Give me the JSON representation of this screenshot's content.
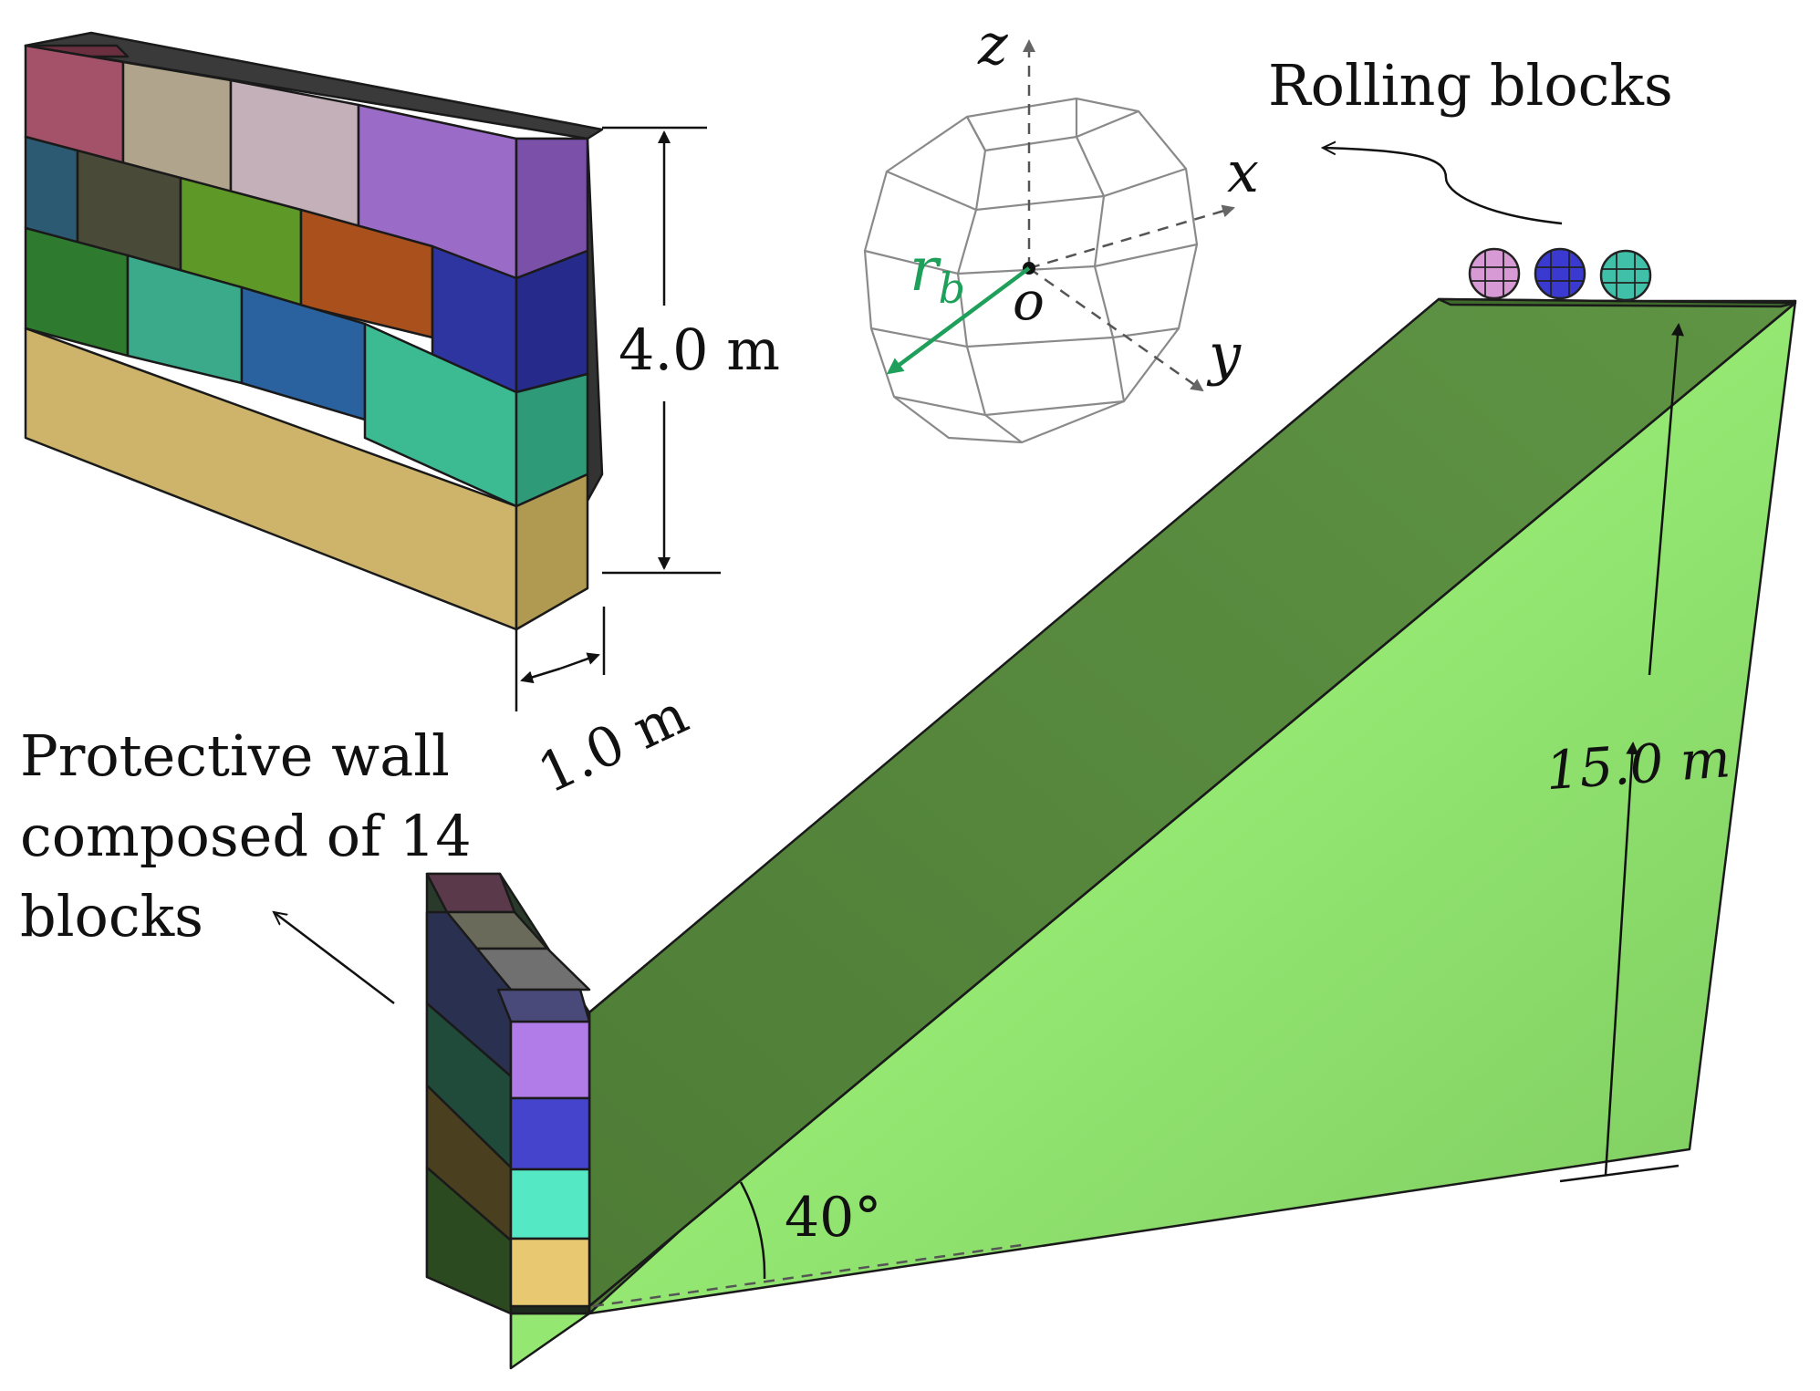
{
  "labels": {
    "wall_height": "4.0 m",
    "wall_thickness": "1.0 m",
    "slope_height": "15.0 m",
    "slope_angle": "40°",
    "rolling_blocks": "Rolling blocks",
    "protective_wall_line1": "Protective wall",
    "protective_wall_line2": "composed of 14",
    "protective_wall_line3": "blocks",
    "axis_x": "x",
    "axis_y": "y",
    "axis_z": "z",
    "origin": "o",
    "radius_main": "r",
    "radius_sub": "b"
  },
  "colors": {
    "slope_face": "#5a8a40",
    "slope_side": "#8ee070",
    "radius_arrow": "#1fa05a",
    "wall_top_row": [
      "#a3526a",
      "#b1a48c",
      "#c4b0b8",
      "#9a6cc8"
    ],
    "wall_row2": [
      "#2c5a72",
      "#494a38",
      "#5e9826",
      "#a9501c",
      "#2e34a0"
    ],
    "wall_row3": [
      "#2e7a2e",
      "#3aaa8a",
      "#2a62a0",
      "#3cba92"
    ],
    "wall_base": "#cdb46a",
    "wall_front_column": [
      "#b27ce8",
      "#4444cc",
      "#55e8c4",
      "#e8c870"
    ],
    "ball_colors": [
      "#d89ad4",
      "#3a3ad0",
      "#40c0a8"
    ]
  },
  "counts": {
    "wall_blocks": 14,
    "rolling_blocks": 3
  }
}
